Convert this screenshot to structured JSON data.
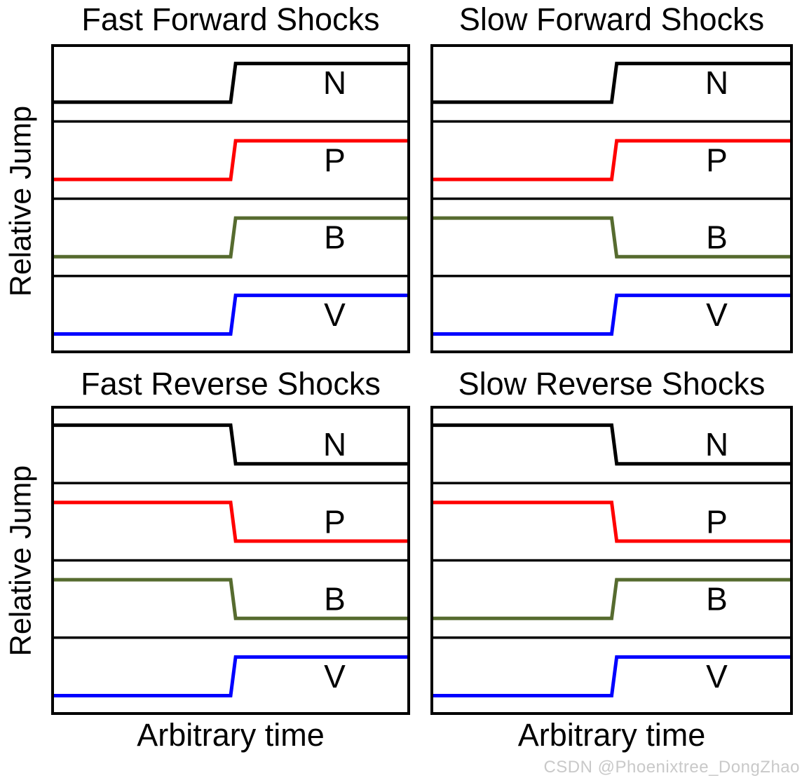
{
  "page": {
    "background": "#ffffff",
    "watermark": {
      "text": "CSDN @Phoenixtree_DongZhao",
      "color": "#c9c9c9"
    }
  },
  "axes": {
    "y_label": "Relative Jump",
    "x_label": "Arbitrary time"
  },
  "chart_data": {
    "type": "line",
    "layout": "2x2 grid of panels; each panel is split into 4 stacked strips (N, P, B, V), each strip holds one qualitative step function; no numeric ticks on axes",
    "shared_ylabel": "Relative Jump",
    "shared_xlabel": "Arbitrary time",
    "x_range": [
      0,
      1
    ],
    "y_levels": {
      "low": 0,
      "high": 1
    },
    "step_x": 0.5,
    "step_width": 0.014,
    "grid": false,
    "legend": "in-strip letter labels at ~79% of panel width",
    "panels": [
      {
        "title": "Fast Forward Shocks",
        "grid_pos": "top-left",
        "series": [
          {
            "name": "N",
            "color": "#000000",
            "jump": "up",
            "x": [
              0,
              0.5,
              0.514,
              1
            ],
            "y": [
              0,
              0,
              1,
              1
            ]
          },
          {
            "name": "P",
            "color": "#ff0000",
            "jump": "up",
            "x": [
              0,
              0.5,
              0.514,
              1
            ],
            "y": [
              0,
              0,
              1,
              1
            ]
          },
          {
            "name": "B",
            "color": "#566b2f",
            "jump": "up",
            "x": [
              0,
              0.5,
              0.514,
              1
            ],
            "y": [
              0,
              0,
              1,
              1
            ]
          },
          {
            "name": "V",
            "color": "#0000ff",
            "jump": "up",
            "x": [
              0,
              0.5,
              0.514,
              1
            ],
            "y": [
              0,
              0,
              1,
              1
            ]
          }
        ]
      },
      {
        "title": "Slow Forward Shocks",
        "grid_pos": "top-right",
        "series": [
          {
            "name": "N",
            "color": "#000000",
            "jump": "up",
            "x": [
              0,
              0.5,
              0.514,
              1
            ],
            "y": [
              0,
              0,
              1,
              1
            ]
          },
          {
            "name": "P",
            "color": "#ff0000",
            "jump": "up",
            "x": [
              0,
              0.5,
              0.514,
              1
            ],
            "y": [
              0,
              0,
              1,
              1
            ]
          },
          {
            "name": "B",
            "color": "#566b2f",
            "jump": "down",
            "x": [
              0,
              0.5,
              0.514,
              1
            ],
            "y": [
              1,
              1,
              0,
              0
            ]
          },
          {
            "name": "V",
            "color": "#0000ff",
            "jump": "up",
            "x": [
              0,
              0.5,
              0.514,
              1
            ],
            "y": [
              0,
              0,
              1,
              1
            ]
          }
        ]
      },
      {
        "title": "Fast Reverse Shocks",
        "grid_pos": "bottom-left",
        "series": [
          {
            "name": "N",
            "color": "#000000",
            "jump": "down",
            "x": [
              0,
              0.5,
              0.514,
              1
            ],
            "y": [
              1,
              1,
              0,
              0
            ]
          },
          {
            "name": "P",
            "color": "#ff0000",
            "jump": "down",
            "x": [
              0,
              0.5,
              0.514,
              1
            ],
            "y": [
              1,
              1,
              0,
              0
            ]
          },
          {
            "name": "B",
            "color": "#566b2f",
            "jump": "down",
            "x": [
              0,
              0.5,
              0.514,
              1
            ],
            "y": [
              1,
              1,
              0,
              0
            ]
          },
          {
            "name": "V",
            "color": "#0000ff",
            "jump": "up",
            "x": [
              0,
              0.5,
              0.514,
              1
            ],
            "y": [
              0,
              0,
              1,
              1
            ]
          }
        ]
      },
      {
        "title": "Slow Reverse Shocks",
        "grid_pos": "bottom-right",
        "series": [
          {
            "name": "N",
            "color": "#000000",
            "jump": "down",
            "x": [
              0,
              0.5,
              0.514,
              1
            ],
            "y": [
              1,
              1,
              0,
              0
            ]
          },
          {
            "name": "P",
            "color": "#ff0000",
            "jump": "down",
            "x": [
              0,
              0.5,
              0.514,
              1
            ],
            "y": [
              1,
              1,
              0,
              0
            ]
          },
          {
            "name": "B",
            "color": "#566b2f",
            "jump": "up",
            "x": [
              0,
              0.5,
              0.514,
              1
            ],
            "y": [
              0,
              0,
              1,
              1
            ]
          },
          {
            "name": "V",
            "color": "#0000ff",
            "jump": "up",
            "x": [
              0,
              0.5,
              0.514,
              1
            ],
            "y": [
              0,
              0,
              1,
              1
            ]
          }
        ]
      }
    ]
  }
}
